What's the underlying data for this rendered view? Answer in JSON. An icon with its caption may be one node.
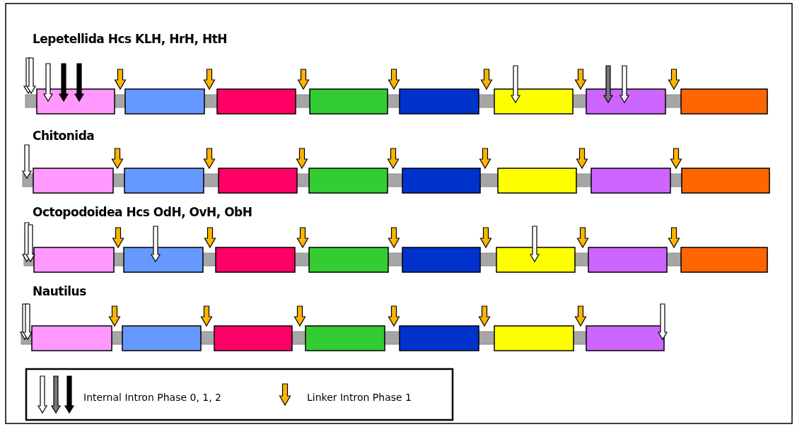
{
  "diagram": {
    "labels": [
      "Lepetellida Hcs KLH, HrH, HtH",
      "Chitonida",
      "Octopodoidea Hcs OdH, OvH, ObH",
      "Nautilus"
    ],
    "legend": [
      {
        "text": "Internal Intron Phase 0, 1, 2"
      },
      {
        "text": "Linker Intron Phase 1"
      }
    ]
  }
}
